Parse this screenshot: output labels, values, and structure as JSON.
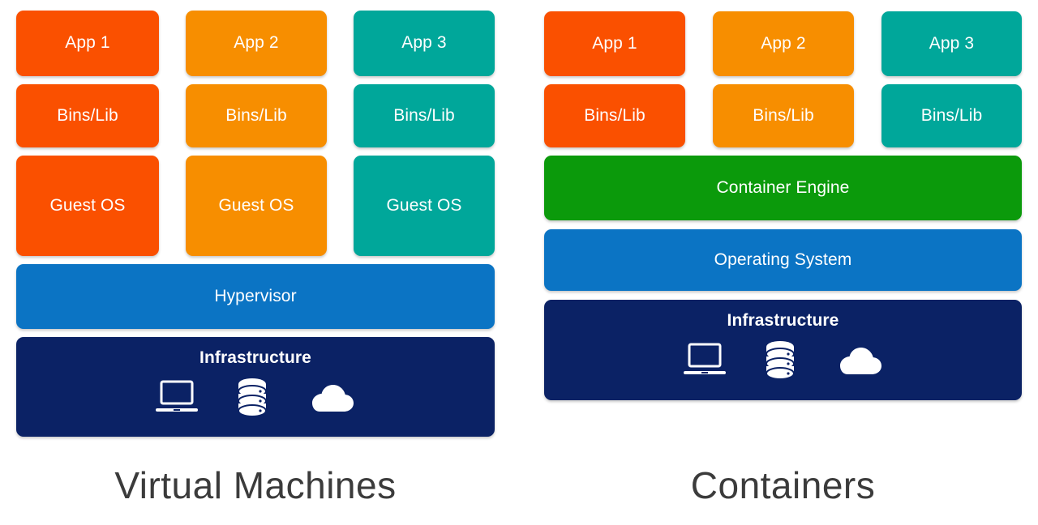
{
  "diagram": {
    "title_left": "Virtual Machines",
    "title_right": "Containers"
  },
  "colors": {
    "red_orange": "#FA5000",
    "orange": "#F78E00",
    "teal": "#00A79A",
    "blue": "#0B74C4",
    "navy": "#0B2265",
    "green": "#0B9A0B",
    "caption_text": "#3b3b3b",
    "box_text": "#ffffff",
    "background": "#ffffff"
  },
  "vm_stack": {
    "name": "Virtual Machines",
    "columns": [
      {
        "app": "App 1",
        "bins": "Bins/Lib",
        "guest_os": "Guest OS",
        "color": "#FA5000"
      },
      {
        "app": "App 2",
        "bins": "Bins/Lib",
        "guest_os": "Guest OS",
        "color": "#F78E00"
      },
      {
        "app": "App 3",
        "bins": "Bins/Lib",
        "guest_os": "Guest OS",
        "color": "#00A79A"
      }
    ],
    "hypervisor": "Hypervisor",
    "infrastructure": "Infrastructure",
    "infrastructure_icons": [
      "laptop-icon",
      "database-icon",
      "cloud-icon"
    ]
  },
  "container_stack": {
    "name": "Containers",
    "columns": [
      {
        "app": "App 1",
        "bins": "Bins/Lib",
        "color": "#FA5000"
      },
      {
        "app": "App 2",
        "bins": "Bins/Lib",
        "color": "#F78E00"
      },
      {
        "app": "App 3",
        "bins": "Bins/Lib",
        "color": "#00A79A"
      }
    ],
    "container_engine": "Container Engine",
    "operating_system": "Operating System",
    "infrastructure": "Infrastructure",
    "infrastructure_icons": [
      "laptop-icon",
      "database-icon",
      "cloud-icon"
    ]
  }
}
